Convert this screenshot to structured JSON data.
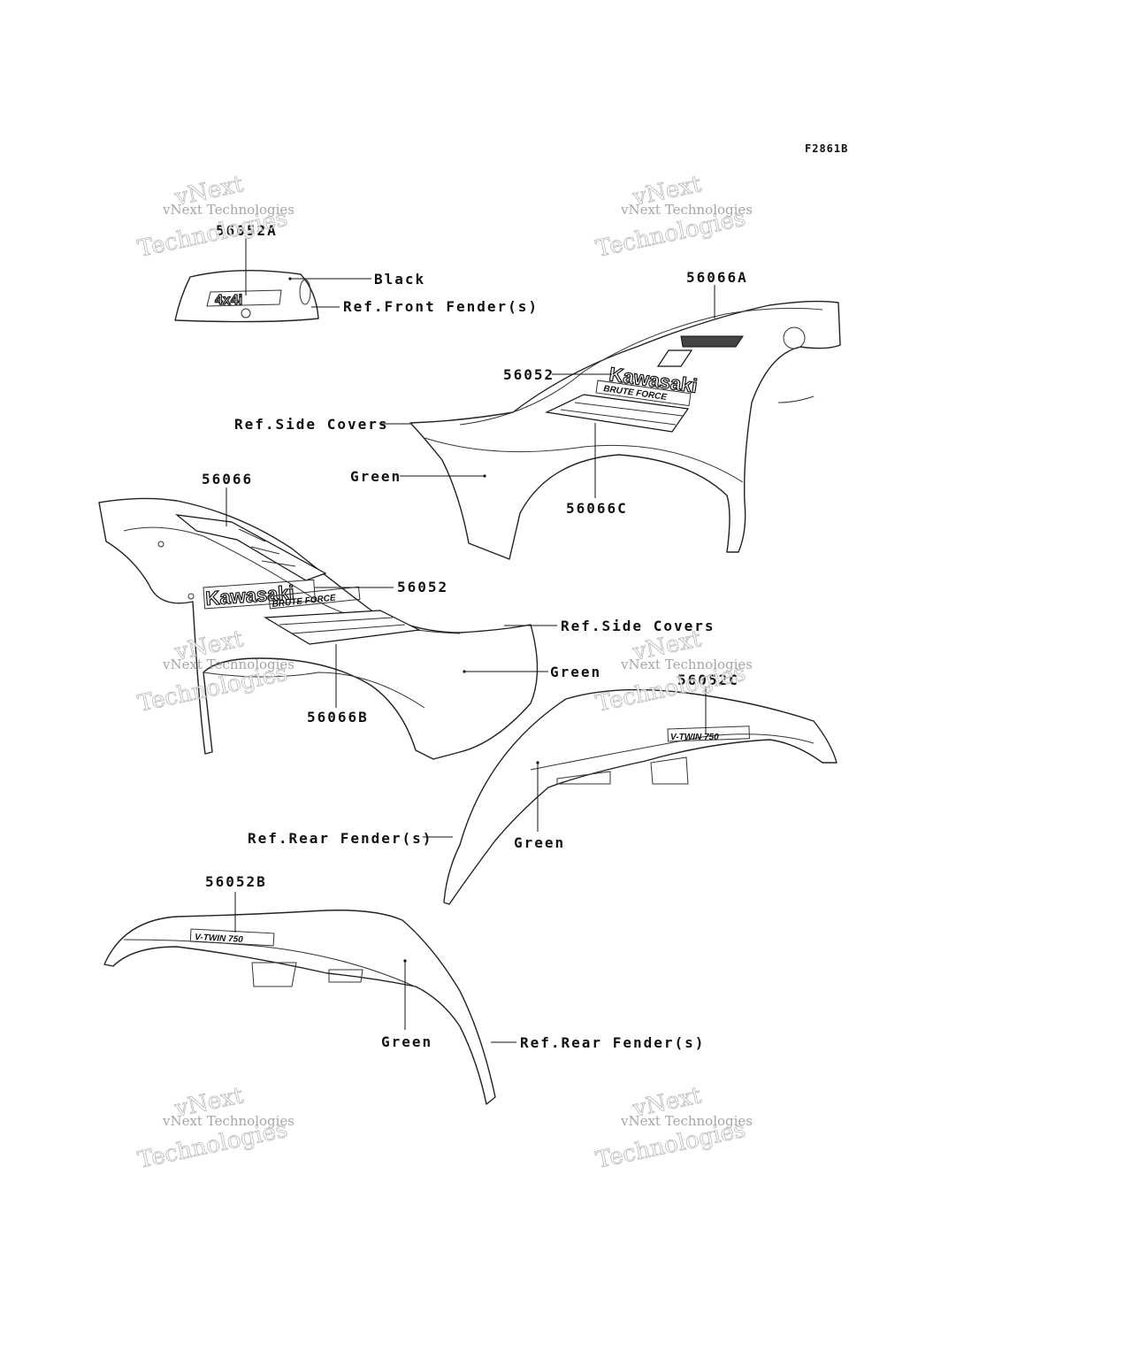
{
  "figure_id": "F2861B",
  "watermark": {
    "line1": "vNext Technologies",
    "line2": "vNext",
    "line3": "Technologies"
  },
  "decal_text": {
    "front_badge": "4x4i",
    "brand": "Kawasaki",
    "model": "BRUTE FORCE",
    "engine": "V-TWIN 750"
  },
  "callouts": {
    "p56052A": "56052A",
    "black": "Black",
    "ref_front_fender": "Ref.Front Fender(s)",
    "p56066A": "56066A",
    "p56052_top": "56052",
    "ref_side_covers_top": "Ref.Side Covers",
    "green_top": "Green",
    "p56066C": "56066C",
    "p56066": "56066",
    "p56052_mid": "56052",
    "ref_side_covers_mid": "Ref.Side Covers",
    "green_mid": "Green",
    "p56066B": "56066B",
    "p56052C": "56052C",
    "ref_rear_fender_right": "Ref.Rear Fender(s)",
    "green_rear_right": "Green",
    "p56052B": "56052B",
    "green_rear_left": "Green",
    "ref_rear_fender_left": "Ref.Rear Fender(s)"
  }
}
